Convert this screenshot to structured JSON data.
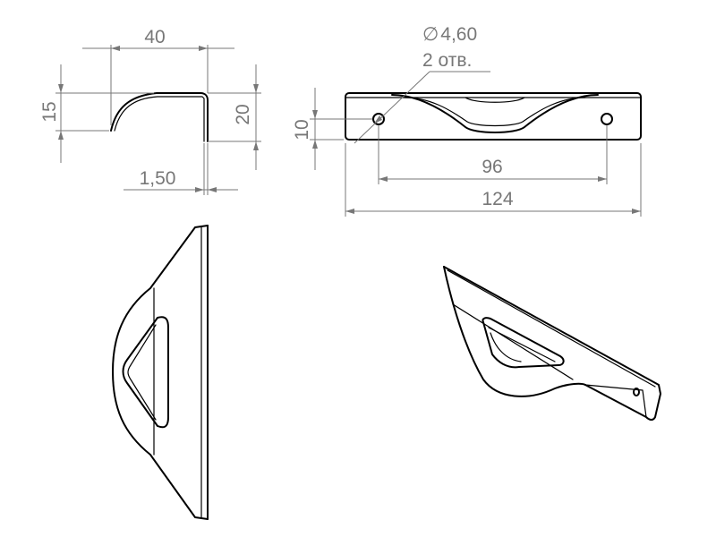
{
  "drawing": {
    "dimensions": {
      "side_width": "40",
      "side_height_left": "15",
      "side_height_right": "20",
      "side_thickness": "1,50",
      "front_height": "10",
      "hole_diameter": "4,60",
      "hole_diameter_symbol": "∅",
      "hole_count": "2 отв.",
      "hole_spacing": "96",
      "overall_length": "124"
    }
  }
}
